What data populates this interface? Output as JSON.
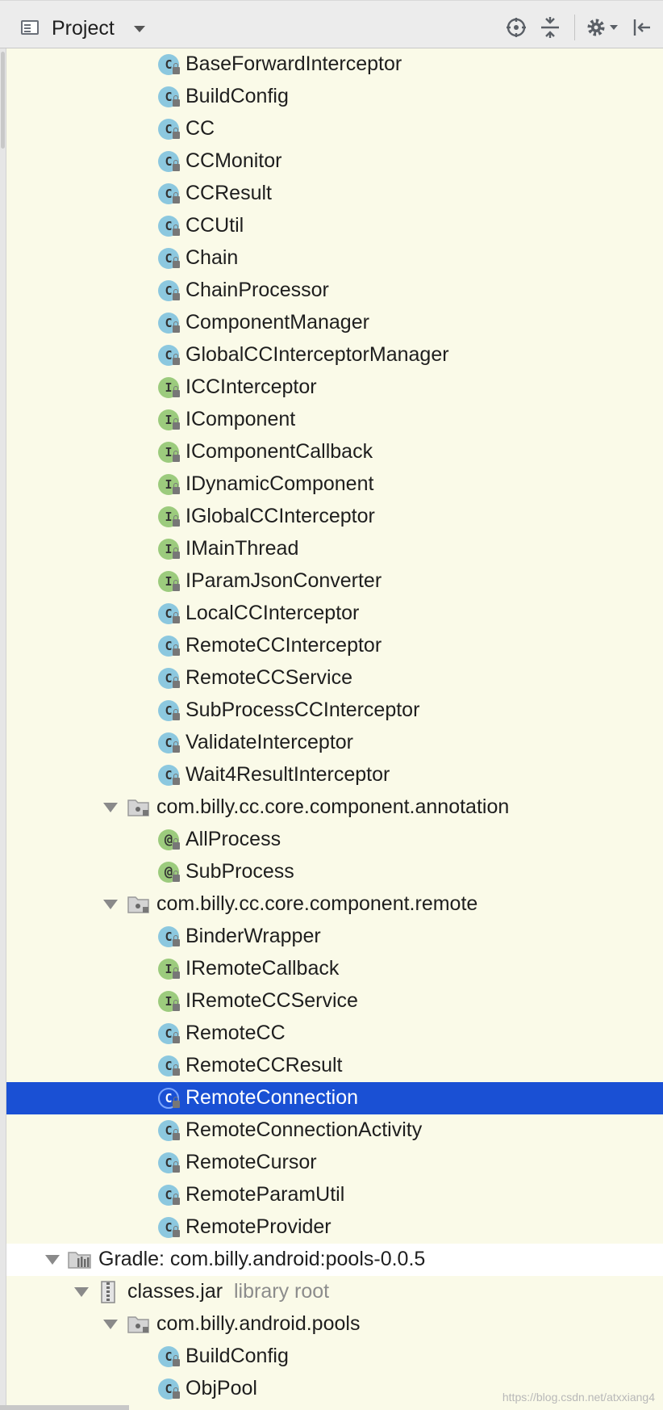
{
  "toolbar": {
    "title": "Project",
    "icons": [
      "project-view-icon",
      "dropdown-arrow-icon",
      "locate-icon",
      "collapse-all-icon",
      "gear-icon",
      "hide-icon"
    ]
  },
  "tree": [
    {
      "label": "BaseForwardInterceptor",
      "kind": "c",
      "indent": 6
    },
    {
      "label": "BuildConfig",
      "kind": "c",
      "indent": 6
    },
    {
      "label": "CC",
      "kind": "c",
      "indent": 6
    },
    {
      "label": "CCMonitor",
      "kind": "c",
      "indent": 6
    },
    {
      "label": "CCResult",
      "kind": "c",
      "indent": 6
    },
    {
      "label": "CCUtil",
      "kind": "c",
      "indent": 6
    },
    {
      "label": "Chain",
      "kind": "c",
      "indent": 6
    },
    {
      "label": "ChainProcessor",
      "kind": "c",
      "indent": 6
    },
    {
      "label": "ComponentManager",
      "kind": "c",
      "indent": 6
    },
    {
      "label": "GlobalCCInterceptorManager",
      "kind": "c",
      "indent": 6
    },
    {
      "label": "ICCInterceptor",
      "kind": "i",
      "indent": 6
    },
    {
      "label": "IComponent",
      "kind": "i",
      "indent": 6
    },
    {
      "label": "IComponentCallback",
      "kind": "i",
      "indent": 6
    },
    {
      "label": "IDynamicComponent",
      "kind": "i",
      "indent": 6
    },
    {
      "label": "IGlobalCCInterceptor",
      "kind": "i",
      "indent": 6
    },
    {
      "label": "IMainThread",
      "kind": "i",
      "indent": 6
    },
    {
      "label": "IParamJsonConverter",
      "kind": "i",
      "indent": 6
    },
    {
      "label": "LocalCCInterceptor",
      "kind": "c",
      "indent": 6
    },
    {
      "label": "RemoteCCInterceptor",
      "kind": "c",
      "indent": 6
    },
    {
      "label": "RemoteCCService",
      "kind": "c",
      "indent": 6
    },
    {
      "label": "SubProcessCCInterceptor",
      "kind": "c",
      "indent": 6
    },
    {
      "label": "ValidateInterceptor",
      "kind": "c",
      "indent": 6
    },
    {
      "label": "Wait4ResultInterceptor",
      "kind": "c",
      "indent": 6
    },
    {
      "label": "com.billy.cc.core.component.annotation",
      "kind": "pkg",
      "indent": 5,
      "expanded": true
    },
    {
      "label": "AllProcess",
      "kind": "at",
      "indent": 6
    },
    {
      "label": "SubProcess",
      "kind": "at",
      "indent": 6
    },
    {
      "label": "com.billy.cc.core.component.remote",
      "kind": "pkg",
      "indent": 5,
      "expanded": true
    },
    {
      "label": "BinderWrapper",
      "kind": "c",
      "indent": 6
    },
    {
      "label": "IRemoteCallback",
      "kind": "i",
      "indent": 6
    },
    {
      "label": "IRemoteCCService",
      "kind": "i",
      "indent": 6
    },
    {
      "label": "RemoteCC",
      "kind": "c",
      "indent": 6
    },
    {
      "label": "RemoteCCResult",
      "kind": "c",
      "indent": 6
    },
    {
      "label": "RemoteConnection",
      "kind": "c",
      "indent": 6,
      "selected": true
    },
    {
      "label": "RemoteConnectionActivity",
      "kind": "c",
      "indent": 6
    },
    {
      "label": "RemoteCursor",
      "kind": "c",
      "indent": 6
    },
    {
      "label": "RemoteParamUtil",
      "kind": "c",
      "indent": 6
    },
    {
      "label": "RemoteProvider",
      "kind": "c",
      "indent": 6
    },
    {
      "label": "Gradle: com.billy.android:pools-0.0.5",
      "kind": "lib",
      "indent": 3,
      "expanded": true
    },
    {
      "label": "classes.jar",
      "kind": "jar",
      "indent": 4,
      "expanded": true,
      "hint": "library root"
    },
    {
      "label": "com.billy.android.pools",
      "kind": "pkg",
      "indent": 5,
      "expanded": true
    },
    {
      "label": "BuildConfig",
      "kind": "c",
      "indent": 6
    },
    {
      "label": "ObjPool",
      "kind": "c",
      "indent": 6
    }
  ],
  "watermark": "https://blog.csdn.net/atxxiang4",
  "colors": {
    "background": "#fafae8",
    "selection": "#1a50d4",
    "class_icon": "#8cc8df",
    "interface_icon": "#9ccb7d"
  }
}
